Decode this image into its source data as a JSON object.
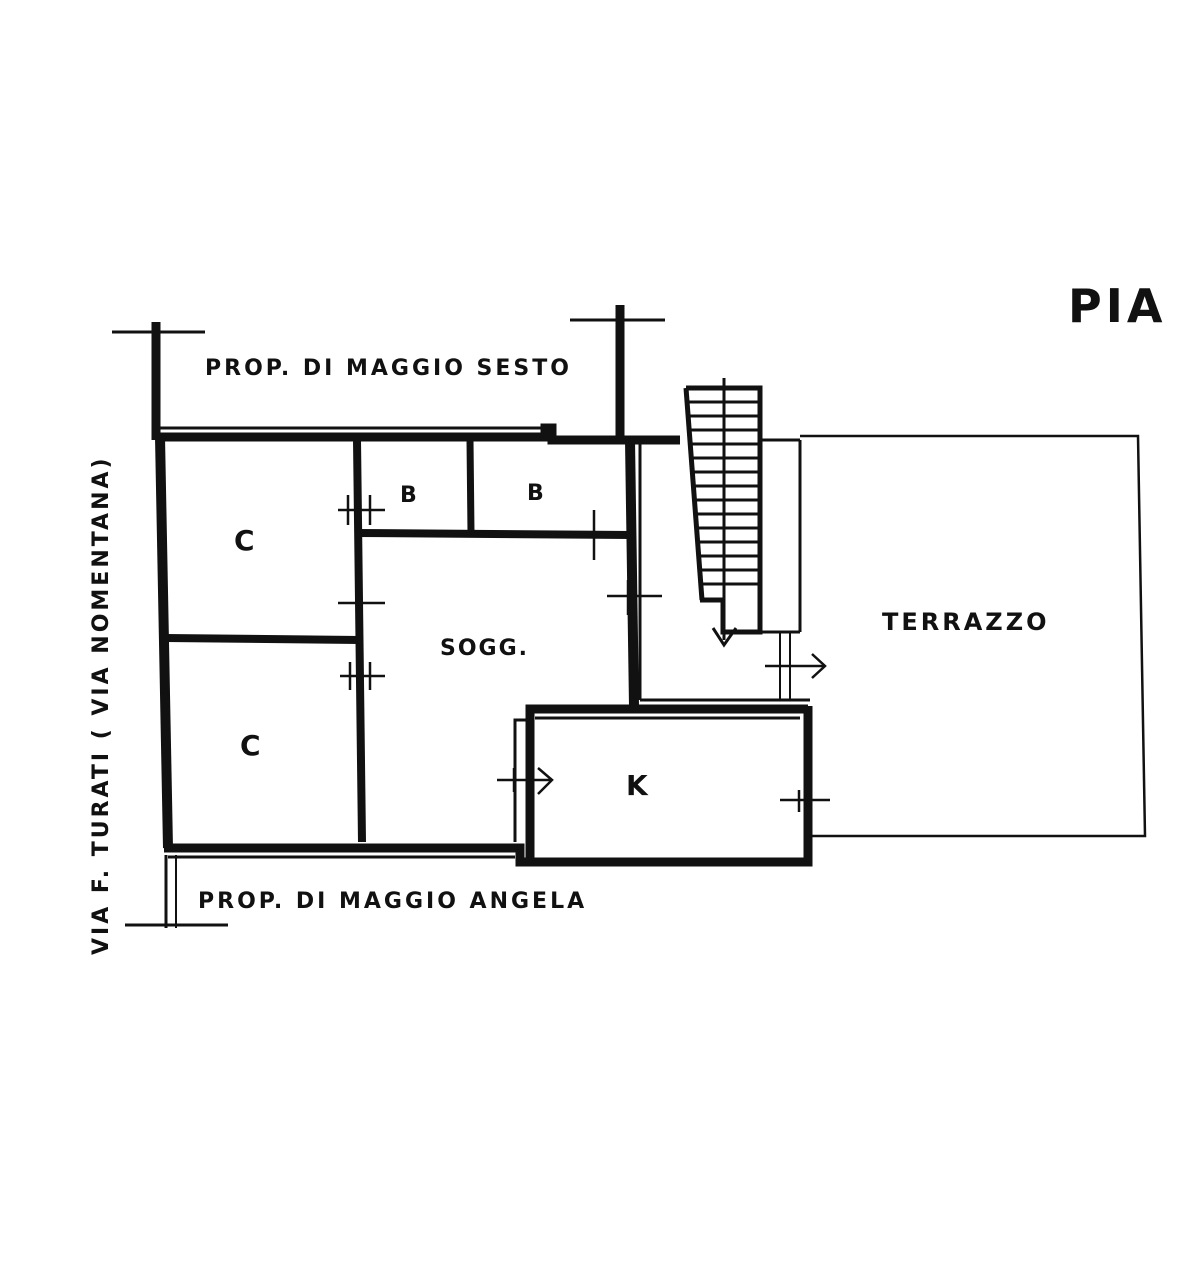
{
  "title_fragment": "PIA",
  "labels": {
    "neighbor_top": "PROP.  DI  MAGGIO  SESTO",
    "neighbor_bottom": "PROP.  DI  MAGGIO  ANGELA",
    "street": "VIA  F.  TURATI  ( VIA   NOMENTANA)",
    "terrace": "TERRAZZO",
    "hall": "SOGG.",
    "kitchen": "K",
    "room_top": "C",
    "room_bottom": "C",
    "bath_1": "B",
    "bath_2": "B"
  },
  "colors": {
    "ink": "#111111",
    "paper": "#ffffff"
  }
}
